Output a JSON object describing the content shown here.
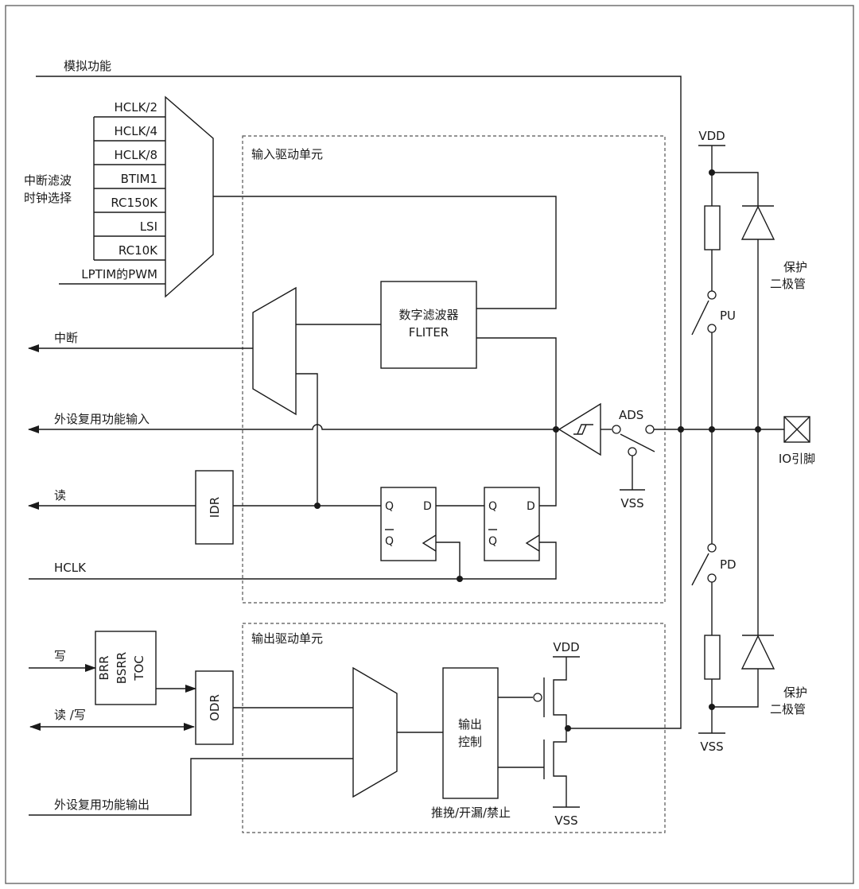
{
  "labels": {
    "analog": "模拟功能",
    "mux_inputs": [
      "HCLK/2",
      "HCLK/4",
      "HCLK/8",
      "BTIM1",
      "RC150K",
      "LSI",
      "RC10K",
      "LPTIM的PWM"
    ],
    "clk_select_1": "中断滤波",
    "clk_select_2": "时钟选择",
    "input_unit": "输入驱动单元",
    "output_unit": "输出驱动单元",
    "filter_1": "数字滤波器",
    "filter_2": "FLITER",
    "interrupt": "中断",
    "af_input": "外设复用功能输入",
    "read": "读",
    "hclk": "HCLK",
    "write": "写",
    "read_write": "读 /写",
    "af_output": "外设复用功能输出",
    "idr": "IDR",
    "odr": "ODR",
    "brr": "BRR",
    "bsrr": "BSRR",
    "toc": "TOC",
    "q": "Q",
    "d": "D",
    "qbar": "Q",
    "ads": "ADS",
    "vss": "VSS",
    "vdd": "VDD",
    "pu": "PU",
    "pd": "PD",
    "protect_1": "保护",
    "protect_2": "二极管",
    "io_pin": "IO引脚",
    "out_ctrl_1": "输出",
    "out_ctrl_2": "控制",
    "out_modes": "推挽/开漏/禁止"
  }
}
